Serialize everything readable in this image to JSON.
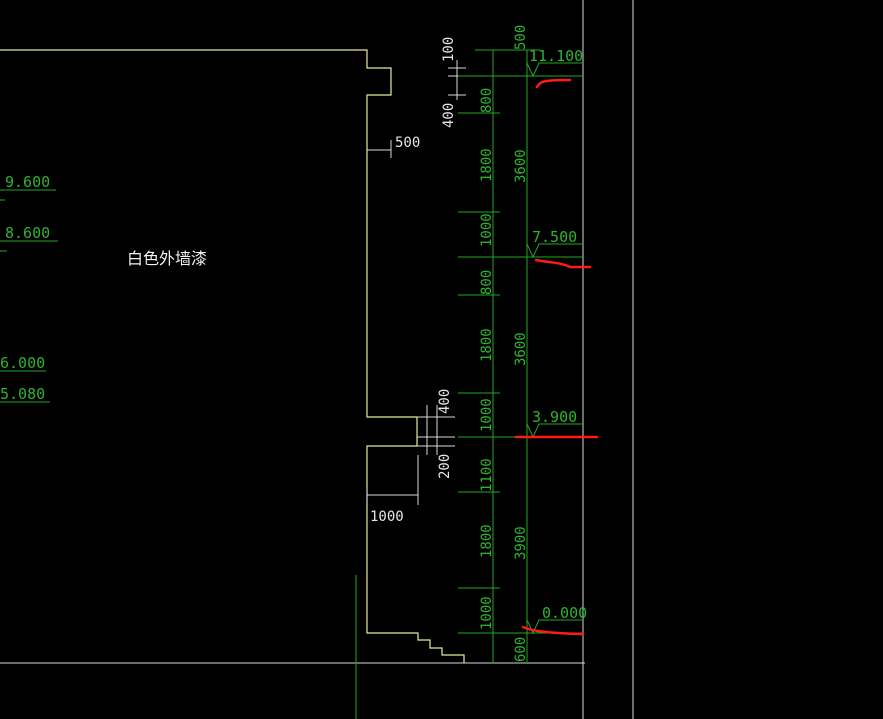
{
  "drawing": {
    "note": "白色外墙漆",
    "elevations": {
      "e1": "11.100",
      "e2": "7.500",
      "e3": "3.900",
      "e4": "0.000"
    },
    "left_levels": {
      "l1": "9.600",
      "l2": "8.600",
      "l3": "6.000",
      "l4": "5.080"
    },
    "dims_white": {
      "d100": "100",
      "d400": "400",
      "d500": "500",
      "d400b": "400",
      "d200": "200",
      "d1000": "1000"
    },
    "dims_inner": [
      "800",
      "1800",
      "1000",
      "800",
      "1800",
      "1000",
      "1100",
      "1800",
      "1000",
      "600"
    ],
    "dims_outer": [
      "500",
      "3600",
      "3600",
      "3900"
    ]
  }
}
